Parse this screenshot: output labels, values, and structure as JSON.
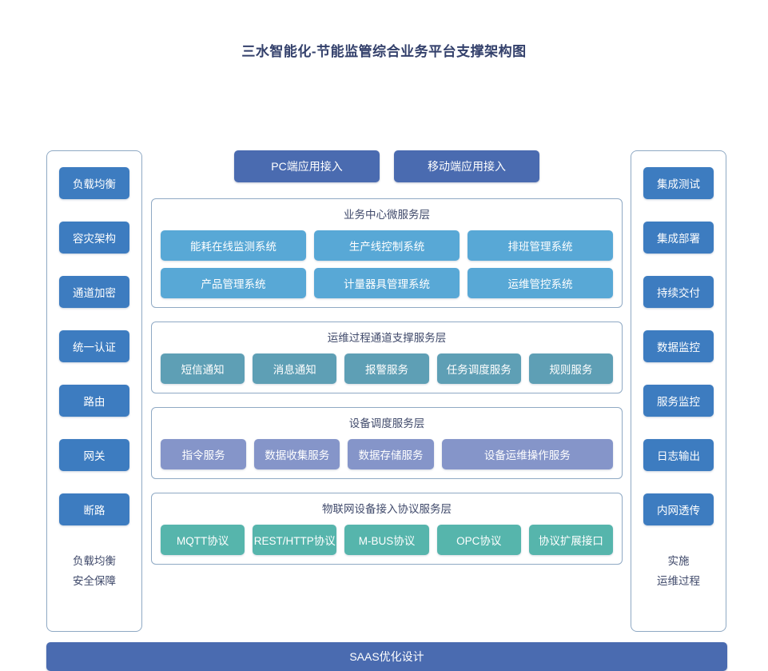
{
  "page": {
    "title": "三水智能化-节能监管综合业务平台支撑架构图"
  },
  "colors": {
    "title_text": "#33406b",
    "panel_border": "#8fa9c4",
    "side_button": "#3d7cc0",
    "access_box": "#4a6bb0",
    "business_layer": "#58a8d6",
    "ops_layer": "#5e9fb5",
    "device_layer": "#8595c9",
    "iot_layer": "#56b5ac",
    "bottom_bar": "#4a6bb0"
  },
  "left_column": {
    "items": [
      {
        "label": "负载均衡"
      },
      {
        "label": "容灾架构"
      },
      {
        "label": "通道加密"
      },
      {
        "label": "统一认证"
      },
      {
        "label": "路由"
      },
      {
        "label": "网关"
      },
      {
        "label": "断路"
      }
    ],
    "caption_line1": "负载均衡",
    "caption_line2": "安全保障"
  },
  "right_column": {
    "items": [
      {
        "label": "集成测试"
      },
      {
        "label": "集成部署"
      },
      {
        "label": "持续交付"
      },
      {
        "label": "数据监控"
      },
      {
        "label": "服务监控"
      },
      {
        "label": "日志输出"
      },
      {
        "label": "内网透传"
      }
    ],
    "caption_line1": "实施",
    "caption_line2": "运维过程"
  },
  "access": {
    "pc": "PC端应用接入",
    "mobile": "移动端应用接入"
  },
  "layers": {
    "business": {
      "title": "业务中心微服务层",
      "row1": [
        "能耗在线监测系统",
        "生产线控制系统",
        "排班管理系统"
      ],
      "row2": [
        "产品管理系统",
        "计量器具管理系统",
        "运维管控系统"
      ]
    },
    "ops": {
      "title": "运维过程通道支撑服务层",
      "row1": [
        "短信通知",
        "消息通知",
        "报警服务",
        "任务调度服务",
        "规则服务"
      ]
    },
    "device": {
      "title": "设备调度服务层",
      "row1": [
        "指令服务",
        "数据收集服务",
        "数据存储服务",
        "设备运维操作服务"
      ]
    },
    "iot": {
      "title": "物联网设备接入协议服务层",
      "row1": [
        "MQTT协议",
        "REST/HTTP协议",
        "M-BUS协议",
        "OPC协议",
        "协议扩展接口"
      ]
    }
  },
  "bottom_bar": {
    "label": "SAAS优化设计"
  }
}
